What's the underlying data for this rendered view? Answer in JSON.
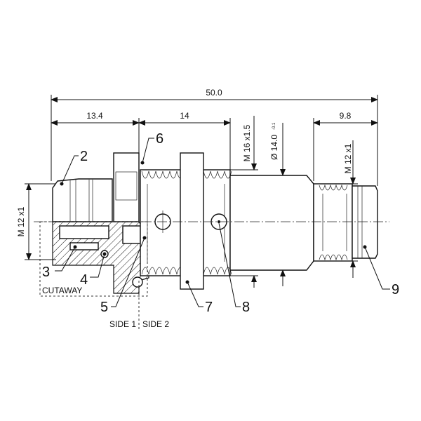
{
  "drawing": {
    "dimensions": {
      "overall_length": "50.0",
      "side1_length": "13.4",
      "thread_length": "14",
      "rear_length": "9.8",
      "left_thread": "M 12 x1",
      "main_thread": "M 16 x1.5",
      "body_diameter": "Ø 14.0",
      "body_diameter_tolerance": "-0.1",
      "right_thread": "M 12 x1"
    },
    "callouts": [
      "2",
      "3",
      "4",
      "5",
      "6",
      "7",
      "8",
      "9"
    ],
    "notes": {
      "cutaway": "CUTAWAY",
      "side1": "SIDE 1",
      "side2": "SIDE 2"
    }
  }
}
